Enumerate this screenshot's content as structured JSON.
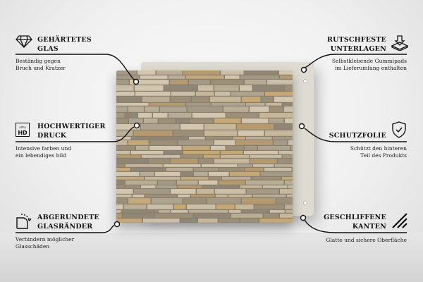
{
  "features": {
    "tempered_glass": {
      "title1": "GEHÄRTETES",
      "title2": "GLAS",
      "desc1": "Beständig gegen",
      "desc2": "Bruch und Kratzer",
      "icon": "diamond-icon"
    },
    "print": {
      "title1": "HOCHWERTIGER",
      "title2": "DRUCK",
      "desc1": "Intensive farben und",
      "desc2": "ein lebendiges bild",
      "icon": "ultra-hd-icon",
      "icon_small": "ultra",
      "icon_big": "HD"
    },
    "edges_round": {
      "title1": "ABGERUNDETE",
      "title2": "GLASRÄNDER",
      "desc1": "Verhindern möglicher",
      "desc2": "Glasschäden",
      "icon": "rounded-corner-icon"
    },
    "pads": {
      "title1": "RUTSCHFESTE",
      "title2": "UNTERLAGEN",
      "desc1": "Selbstklebende Gummipads",
      "desc2": "im Lieferumfang enthalten",
      "icon": "pads-icon"
    },
    "foil": {
      "title1": "SCHUTZFOLIE",
      "desc1": "Schützt den hinteren",
      "desc2": "Teil des Produkts",
      "icon": "shield-check-icon"
    },
    "edges_ground": {
      "title1": "GESCHLIFFENE",
      "title2": "KANTEN",
      "desc1": "Glatte und sichere Oberfläche",
      "icon": "ground-edge-icon"
    }
  },
  "colors": {
    "panel": "#dedbd2",
    "stone": "#8a7f6c",
    "line": "#111111"
  }
}
